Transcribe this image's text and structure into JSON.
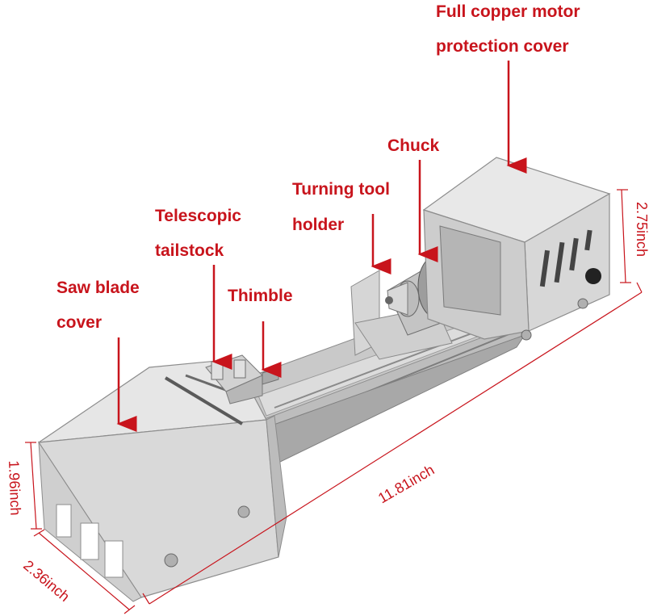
{
  "labels": {
    "motor_cover_line1": "Full copper motor",
    "motor_cover_line2": "protection cover",
    "chuck": "Chuck",
    "tool_holder_line1": "Turning tool",
    "tool_holder_line2": "holder",
    "tailstock_line1": "Telescopic",
    "tailstock_line2": "tailstock",
    "thimble": "Thimble",
    "saw_cover_line1": "Saw blade",
    "saw_cover_line2": "cover"
  },
  "dimensions": {
    "length": "11.81inch",
    "height_right": "2.75inch",
    "height_left": "1.96inch",
    "width": "2.36inch"
  },
  "colors": {
    "label": "#c8141c",
    "metal_light": "#e4e4e4",
    "metal_mid": "#cdcdcd",
    "metal_dark": "#9a9a9a",
    "rail": "#b8b8b8"
  }
}
